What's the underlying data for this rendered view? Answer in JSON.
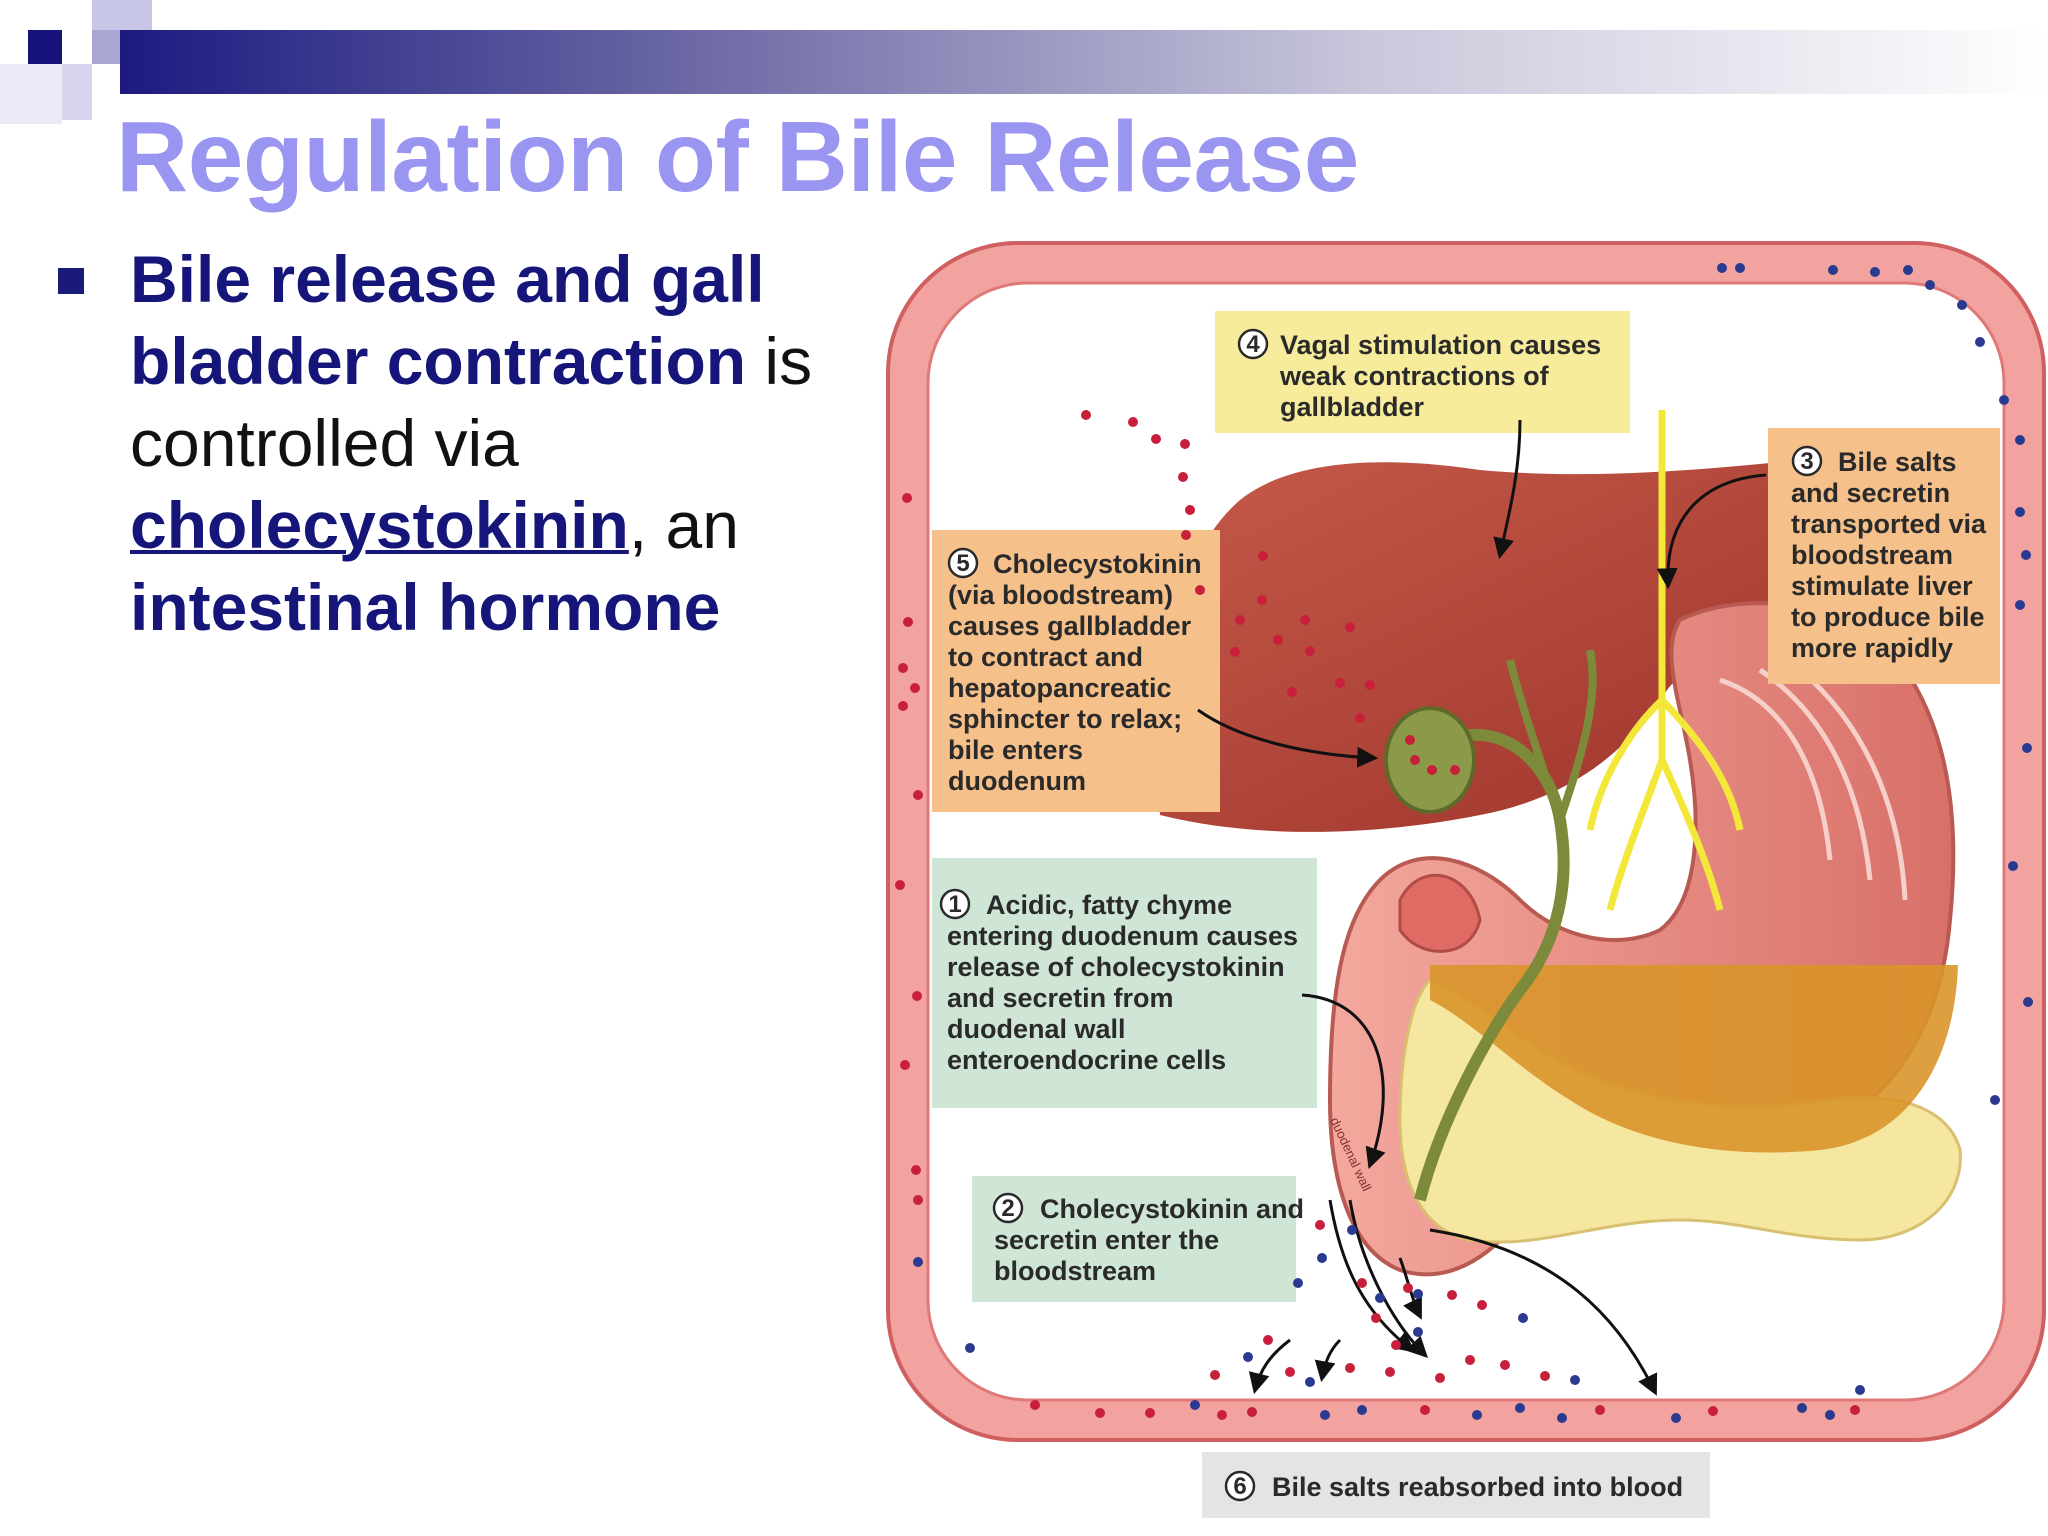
{
  "slide": {
    "title": "Regulation of Bile Release",
    "bullet": {
      "part1": "Bile release and gall bladder contraction",
      "part2": " is controlled via ",
      "link": "cholecystokinin",
      "part3": ", an ",
      "part4": "intestinal hormone"
    }
  },
  "diagram": {
    "label_4": {
      "num": "4",
      "lines": [
        "Vagal stimulation causes",
        "weak contractions of",
        "gallbladder"
      ]
    },
    "label_3": {
      "num": "3",
      "lines": [
        "Bile salts",
        "and secretin",
        "transported via",
        "bloodstream",
        "stimulate liver",
        "to produce bile",
        "more rapidly"
      ]
    },
    "label_5": {
      "num": "5",
      "lines": [
        "Cholecystokinin",
        "(via bloodstream)",
        "causes gallbladder",
        "to contract and",
        "hepatopancreatic",
        "sphincter to relax;",
        "bile enters",
        "duodenum"
      ]
    },
    "label_1": {
      "num": "1",
      "lines": [
        "Acidic, fatty chyme",
        "entering duodenum causes",
        "release of cholecystokinin",
        "and secretin from",
        "duodenal wall",
        "enteroendocrine cells"
      ]
    },
    "label_2": {
      "num": "2",
      "lines": [
        "Cholecystokinin and",
        "secretin enter the",
        "bloodstream"
      ]
    },
    "label_6": {
      "num": "6",
      "lines": [
        "Bile salts reabsorbed into blood"
      ]
    },
    "colors": {
      "vessel": "#f0a0a0",
      "liver": "#b8443a",
      "gallbladder": "#8a9a48",
      "stomach": "#e8887e",
      "pancreas": "#f5e6a0",
      "box_yellow": "#f6ec9c",
      "box_orange": "#f5c08a",
      "box_green": "#cfe6d6",
      "box_gray": "#e4e4e4"
    }
  }
}
